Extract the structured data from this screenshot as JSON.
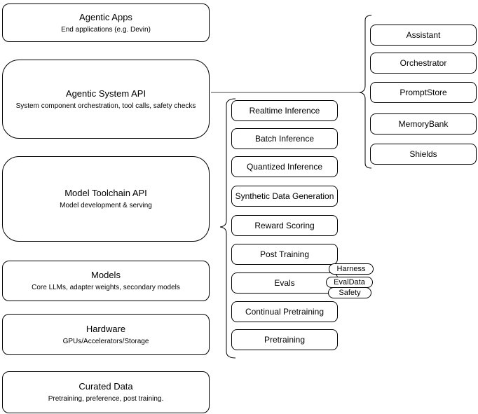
{
  "diagram": {
    "left_stack": [
      {
        "title": "Agentic Apps",
        "subtitle": "End applications (e.g. Devin)"
      },
      {
        "title": "Agentic System API",
        "subtitle": "System component orchestration, tool calls, safety checks"
      },
      {
        "title": "Model Toolchain API",
        "subtitle": "Model development & serving"
      },
      {
        "title": "Models",
        "subtitle": "Core LLMs, adapter weights, secondary models"
      },
      {
        "title": "Hardware",
        "subtitle": "GPUs/Accelerators/Storage"
      },
      {
        "title": "Curated Data",
        "subtitle": "Pretraining, preference, post training."
      }
    ],
    "toolchain_items": [
      "Realtime Inference",
      "Batch Inference",
      "Quantized Inference",
      "Synthetic Data Generation",
      "Reward Scoring",
      "Post Training",
      "Evals",
      "Continual Pretraining",
      "Pretraining"
    ],
    "evals_tags": [
      "Harness",
      "EvalData",
      "Safety"
    ],
    "system_components": [
      "Assistant",
      "Orchestrator",
      "PromptStore",
      "MemoryBank",
      "Shields"
    ],
    "colors": {
      "stroke": "#000000",
      "background": "#ffffff",
      "text": "#000000",
      "connector": "#444444"
    }
  }
}
